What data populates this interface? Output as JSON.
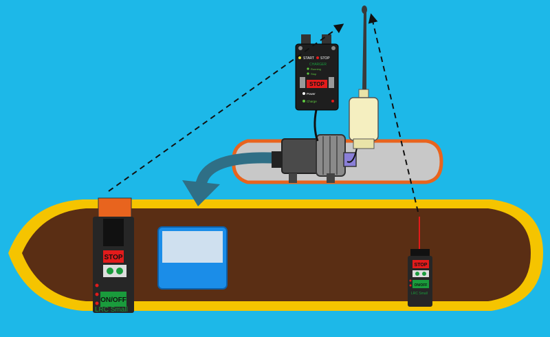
{
  "colors": {
    "water": "#1db8e8",
    "boat_hull": "#5a2e14",
    "boat_rim": "#f5c400",
    "tender_hull": "#c8c8c8",
    "tender_rim": "#e8641e",
    "arrow_curve": "#2f6f86",
    "signal_line": "#111111",
    "remote_body": "#262626",
    "stop_red": "#e21b1b",
    "onoff_green": "#1a9b3c",
    "tank_fill": "#1b8de8"
  },
  "control_unit": {
    "label_start": "START",
    "label_stop_small": "STOP",
    "label_charger": "CHARGER",
    "label_green1": "Running",
    "label_green2": "Stop",
    "stop_button": "STOP",
    "label_power": "Power",
    "label_charge": "Charge"
  },
  "remote_large": {
    "stop_label": "STOP",
    "onoff_label": "ON/OFF",
    "model_label": "LRC Small"
  },
  "remote_small": {
    "stop_label": "STOP",
    "onoff_label": "ON/OFF",
    "model_label": "LRC Small"
  },
  "icons": {
    "antenna": "antenna-icon",
    "winch": "winch-icon",
    "tank": "tank-icon"
  }
}
